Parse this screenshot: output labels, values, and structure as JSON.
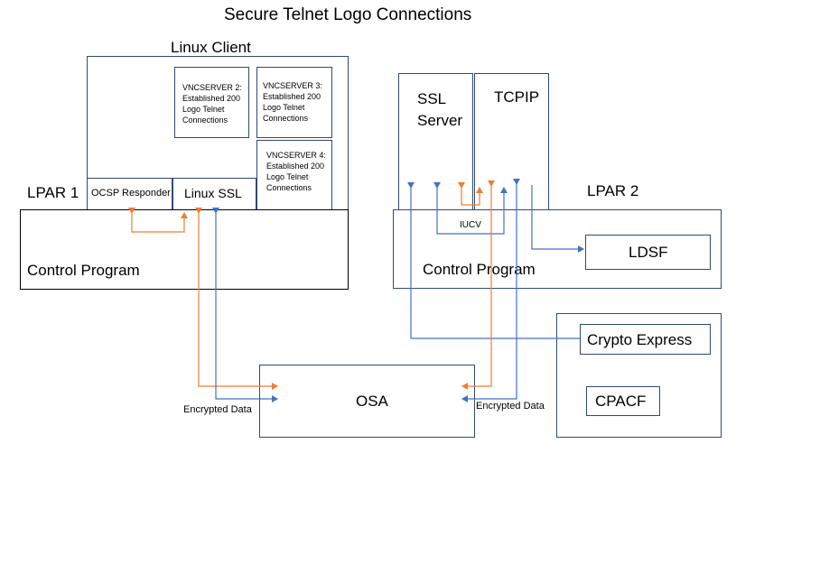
{
  "title": "Secure Telnet Logo Connections",
  "lpar1": {
    "label": "LPAR 1",
    "client_title": "Linux Client",
    "vnc2": "VNCSERVER 2: Established 200 Logo Telnet Connections",
    "vnc3": "VNCSERVER 3: Established 200 Logo Telnet Connections",
    "vnc4": "VNCSERVER 4: Established 200 Logo Telnet Connections",
    "ocsp": "OCSP Responder",
    "linux_ssl": "Linux SSL",
    "control_program": "Control Program"
  },
  "lpar2": {
    "label": "LPAR 2",
    "ssl_server": "SSL Server",
    "tcpip": "TCPIP",
    "iucv": "IUCV",
    "ldsf": "LDSF",
    "control_program": "Control Program"
  },
  "hardware": {
    "crypto_express": "Crypto Express",
    "cpacf": "CPACF"
  },
  "osa": {
    "label": "OSA",
    "encrypted_left": "Encrypted Data",
    "encrypted_right": "Encrypted Data"
  },
  "colors": {
    "box_border": "#2f4a75",
    "orange_arrow": "#ed7d31",
    "blue_arrow": "#4472c4"
  }
}
